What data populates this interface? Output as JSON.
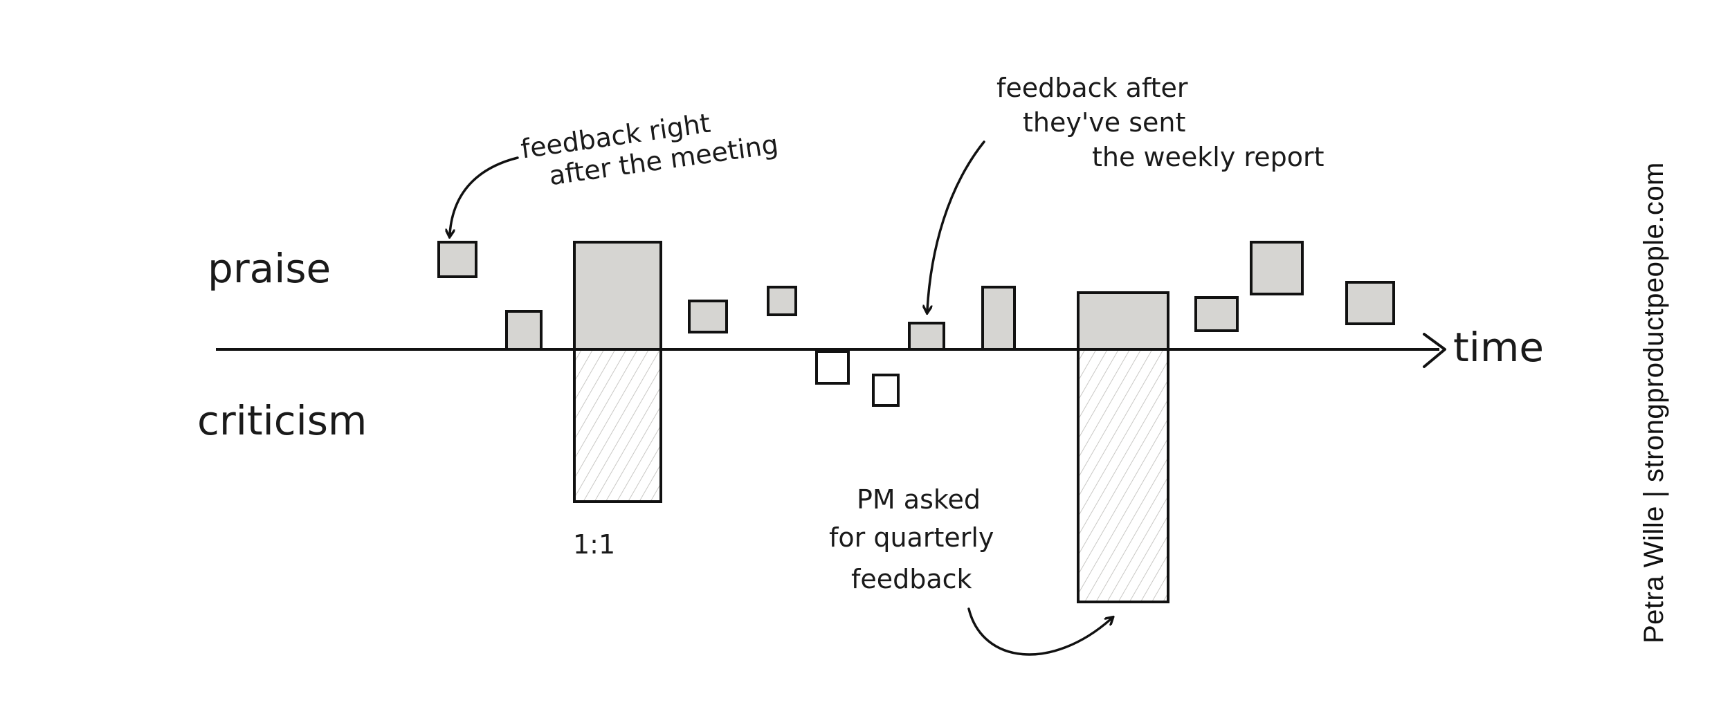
{
  "labels": {
    "praise": "praise",
    "criticism": "criticism",
    "time": "time",
    "one_on_one": "1:1"
  },
  "annotations": {
    "after_meeting": [
      "feedback right",
      "after the meeting"
    ],
    "after_report": [
      "feedback after",
      "they've sent",
      "the weekly report"
    ],
    "quarterly": [
      "PM asked",
      "for quarterly",
      "feedback"
    ]
  },
  "credit": "Petra Wille | strongproductpeople.com",
  "colors": {
    "ink": "#111111",
    "praise_fill": "#d6d5d2",
    "hatch": "#c9c8c5"
  },
  "chart_data": {
    "type": "bar",
    "description_axis": "time",
    "events": [
      {
        "kind": "praise",
        "value": 0.33,
        "detached": true
      },
      {
        "kind": "praise",
        "value": 0.36
      },
      {
        "kind": "praise",
        "value": 1.0
      },
      {
        "kind": "criticism",
        "value": 1.36
      },
      {
        "kind": "praise",
        "value": 0.3
      },
      {
        "kind": "praise",
        "value": 0.28,
        "detached": true
      },
      {
        "kind": "criticism",
        "value": 0.29
      },
      {
        "kind": "criticism",
        "value": 0.27,
        "detached": true
      },
      {
        "kind": "praise",
        "value": 0.24
      },
      {
        "kind": "praise",
        "value": 0.57
      },
      {
        "kind": "praise",
        "value": 0.52
      },
      {
        "kind": "criticism",
        "value": 2.27
      },
      {
        "kind": "praise",
        "value": 0.3,
        "detached": true
      },
      {
        "kind": "praise",
        "value": 0.47,
        "detached": true
      },
      {
        "kind": "praise",
        "value": 0.38,
        "detached": true
      }
    ]
  }
}
